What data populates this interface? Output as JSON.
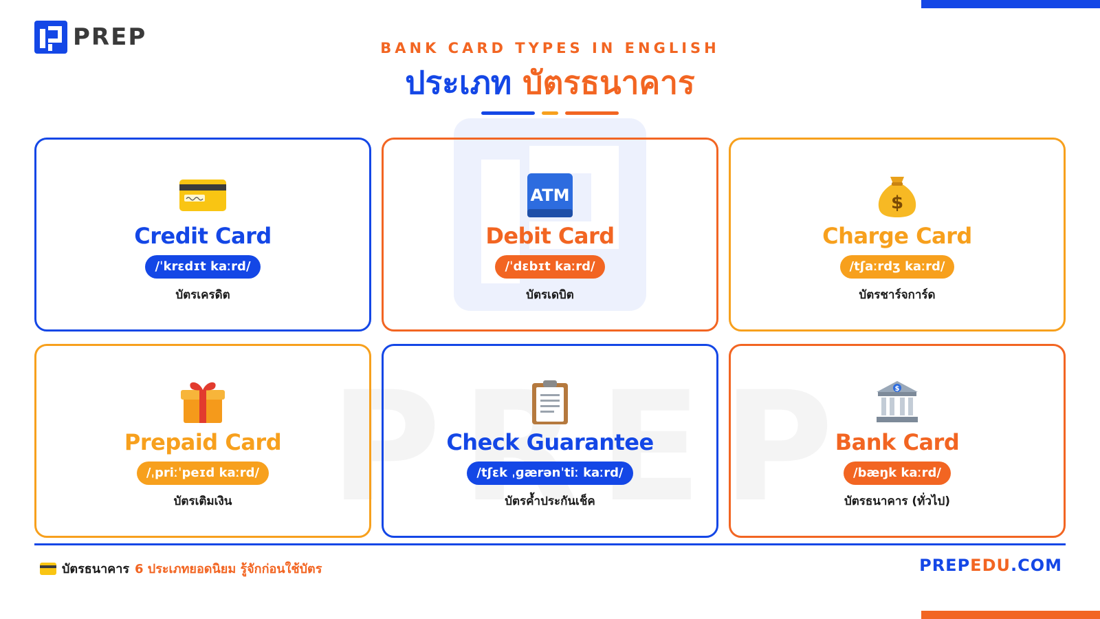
{
  "brand": {
    "logo_text": "PREP",
    "website_prefix": "PREP",
    "website_mid": "EDU",
    "website_suffix": ".COM",
    "colors": {
      "blue": "#1447e6",
      "orange": "#f26522",
      "amber": "#f7a01d"
    }
  },
  "header": {
    "subtitle": "BANK CARD TYPES IN ENGLISH",
    "title_part1": "ประเภท",
    "title_part2": "บัตรธนาคาร"
  },
  "watermark": {
    "text": "PREP"
  },
  "cards": [
    {
      "icon": "credit-card-icon",
      "name": "Credit Card",
      "ipa": "/ˈkrɛdɪt kaːrd/",
      "thai": "บัตรเครดิต",
      "accent": "blue"
    },
    {
      "icon": "atm-icon",
      "name": "Debit Card",
      "ipa": "/ˈdɛbɪt kaːrd/",
      "thai": "บัตรเดบิต",
      "accent": "orange"
    },
    {
      "icon": "money-bag-icon",
      "name": "Charge Card",
      "ipa": "/tʃaːrdʒ kaːrd/",
      "thai": "บัตรชาร์จการ์ด",
      "accent": "amber"
    },
    {
      "icon": "gift-icon",
      "name": "Prepaid Card",
      "ipa": "/ˌpriːˈpeɪd kaːrd/",
      "thai": "บัตรเติมเงิน",
      "accent": "amber"
    },
    {
      "icon": "clipboard-icon",
      "name": "Check Guarantee",
      "ipa": "/tʃɛk ˌɡærənˈtiː kaːrd/",
      "thai": "บัตรค้ำประกันเช็ค",
      "accent": "blue"
    },
    {
      "icon": "bank-icon",
      "name": "Bank Card",
      "ipa": "/bæŋk kaːrd/",
      "thai": "บัตรธนาคาร (ทั่วไป)",
      "accent": "orange"
    }
  ],
  "footer": {
    "icon": "credit-card-icon",
    "text_dark": "บัตรธนาคาร",
    "text_accent": "6 ประเภทยอดนิยม รู้จักก่อนใช้บัตร"
  }
}
